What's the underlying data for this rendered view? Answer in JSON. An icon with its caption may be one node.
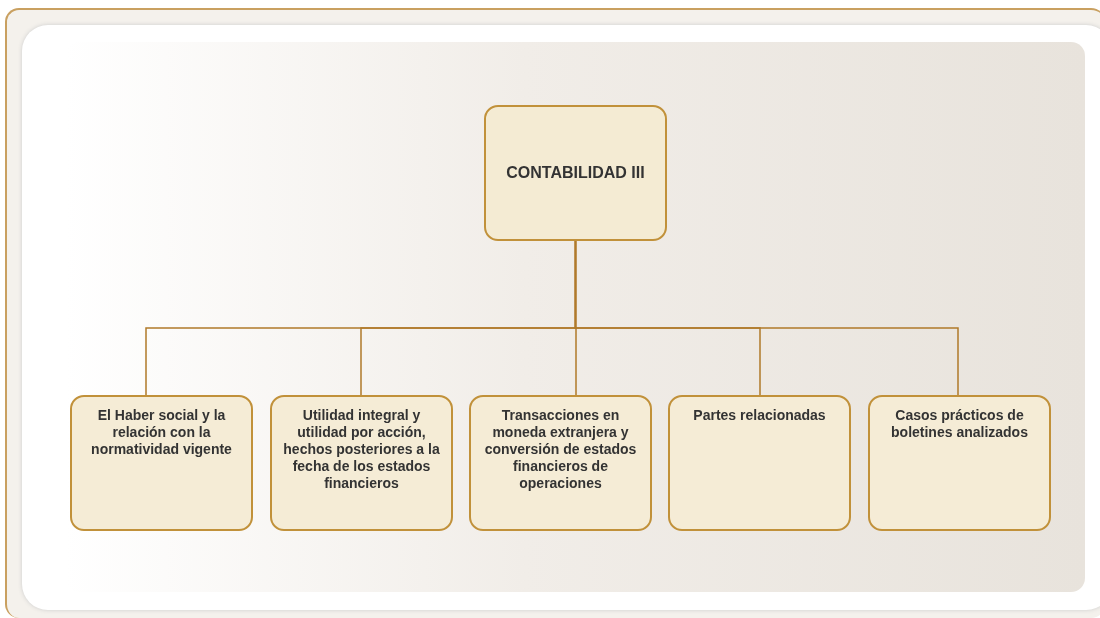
{
  "diagram": {
    "nodes": [
      {
        "text": [
          "CONTABILIDAD III"
        ]
      },
      {
        "text": [
          "El Haber social y la relación con la normatividad vigente"
        ]
      },
      {
        "text": [
          "Utilidad integral y utilidad por acción, hechos posteriores a la fecha de los estados financieros"
        ]
      },
      {
        "text": [
          "Transacciones en moneda extranjera y conversión de estados financieros de operaciones"
        ]
      },
      {
        "text": [
          "Partes relacionadas"
        ]
      },
      {
        "text": [
          "Casos prácticos de boletines analizados"
        ]
      }
    ],
    "edges": [
      {
        "from": 0,
        "to": 1,
        "arrow": "none"
      },
      {
        "from": 0,
        "to": 2,
        "arrow": "none"
      },
      {
        "from": 0,
        "to": 3,
        "arrow": "none"
      },
      {
        "from": 0,
        "to": 4,
        "arrow": "none"
      },
      {
        "from": 0,
        "to": 5,
        "arrow": "none"
      }
    ]
  }
}
